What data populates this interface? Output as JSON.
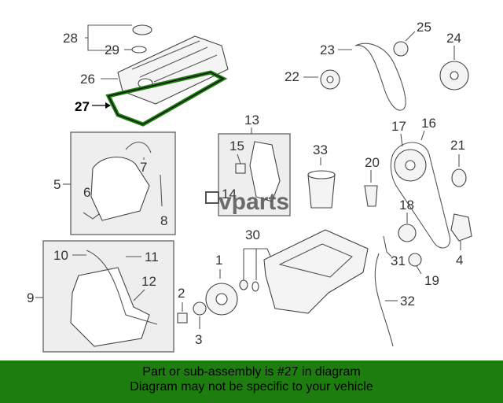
{
  "callouts": {
    "c1": "1",
    "c2": "2",
    "c3": "3",
    "c4": "4",
    "c5": "5",
    "c6": "6",
    "c7": "7",
    "c8": "8",
    "c9": "9",
    "c10": "10",
    "c11": "11",
    "c12": "12",
    "c13": "13",
    "c14": "14",
    "c15": "15",
    "c16": "16",
    "c17": "17",
    "c18": "18",
    "c19": "19",
    "c20": "20",
    "c21": "21",
    "c22": "22",
    "c23": "23",
    "c24": "24",
    "c25": "25",
    "c26": "26",
    "c27": "27",
    "c28": "28",
    "c29": "29",
    "c30": "30",
    "c31": "31",
    "c32": "32",
    "c33": "33"
  },
  "highlighted_part": "27",
  "highlight_color": "#1e7d0f",
  "watermark": "vparts",
  "footer": {
    "line1": "Part or sub-assembly is #27 in diagram",
    "line2": "Diagram may not be specific to your vehicle",
    "background": "#1e7d0f"
  }
}
